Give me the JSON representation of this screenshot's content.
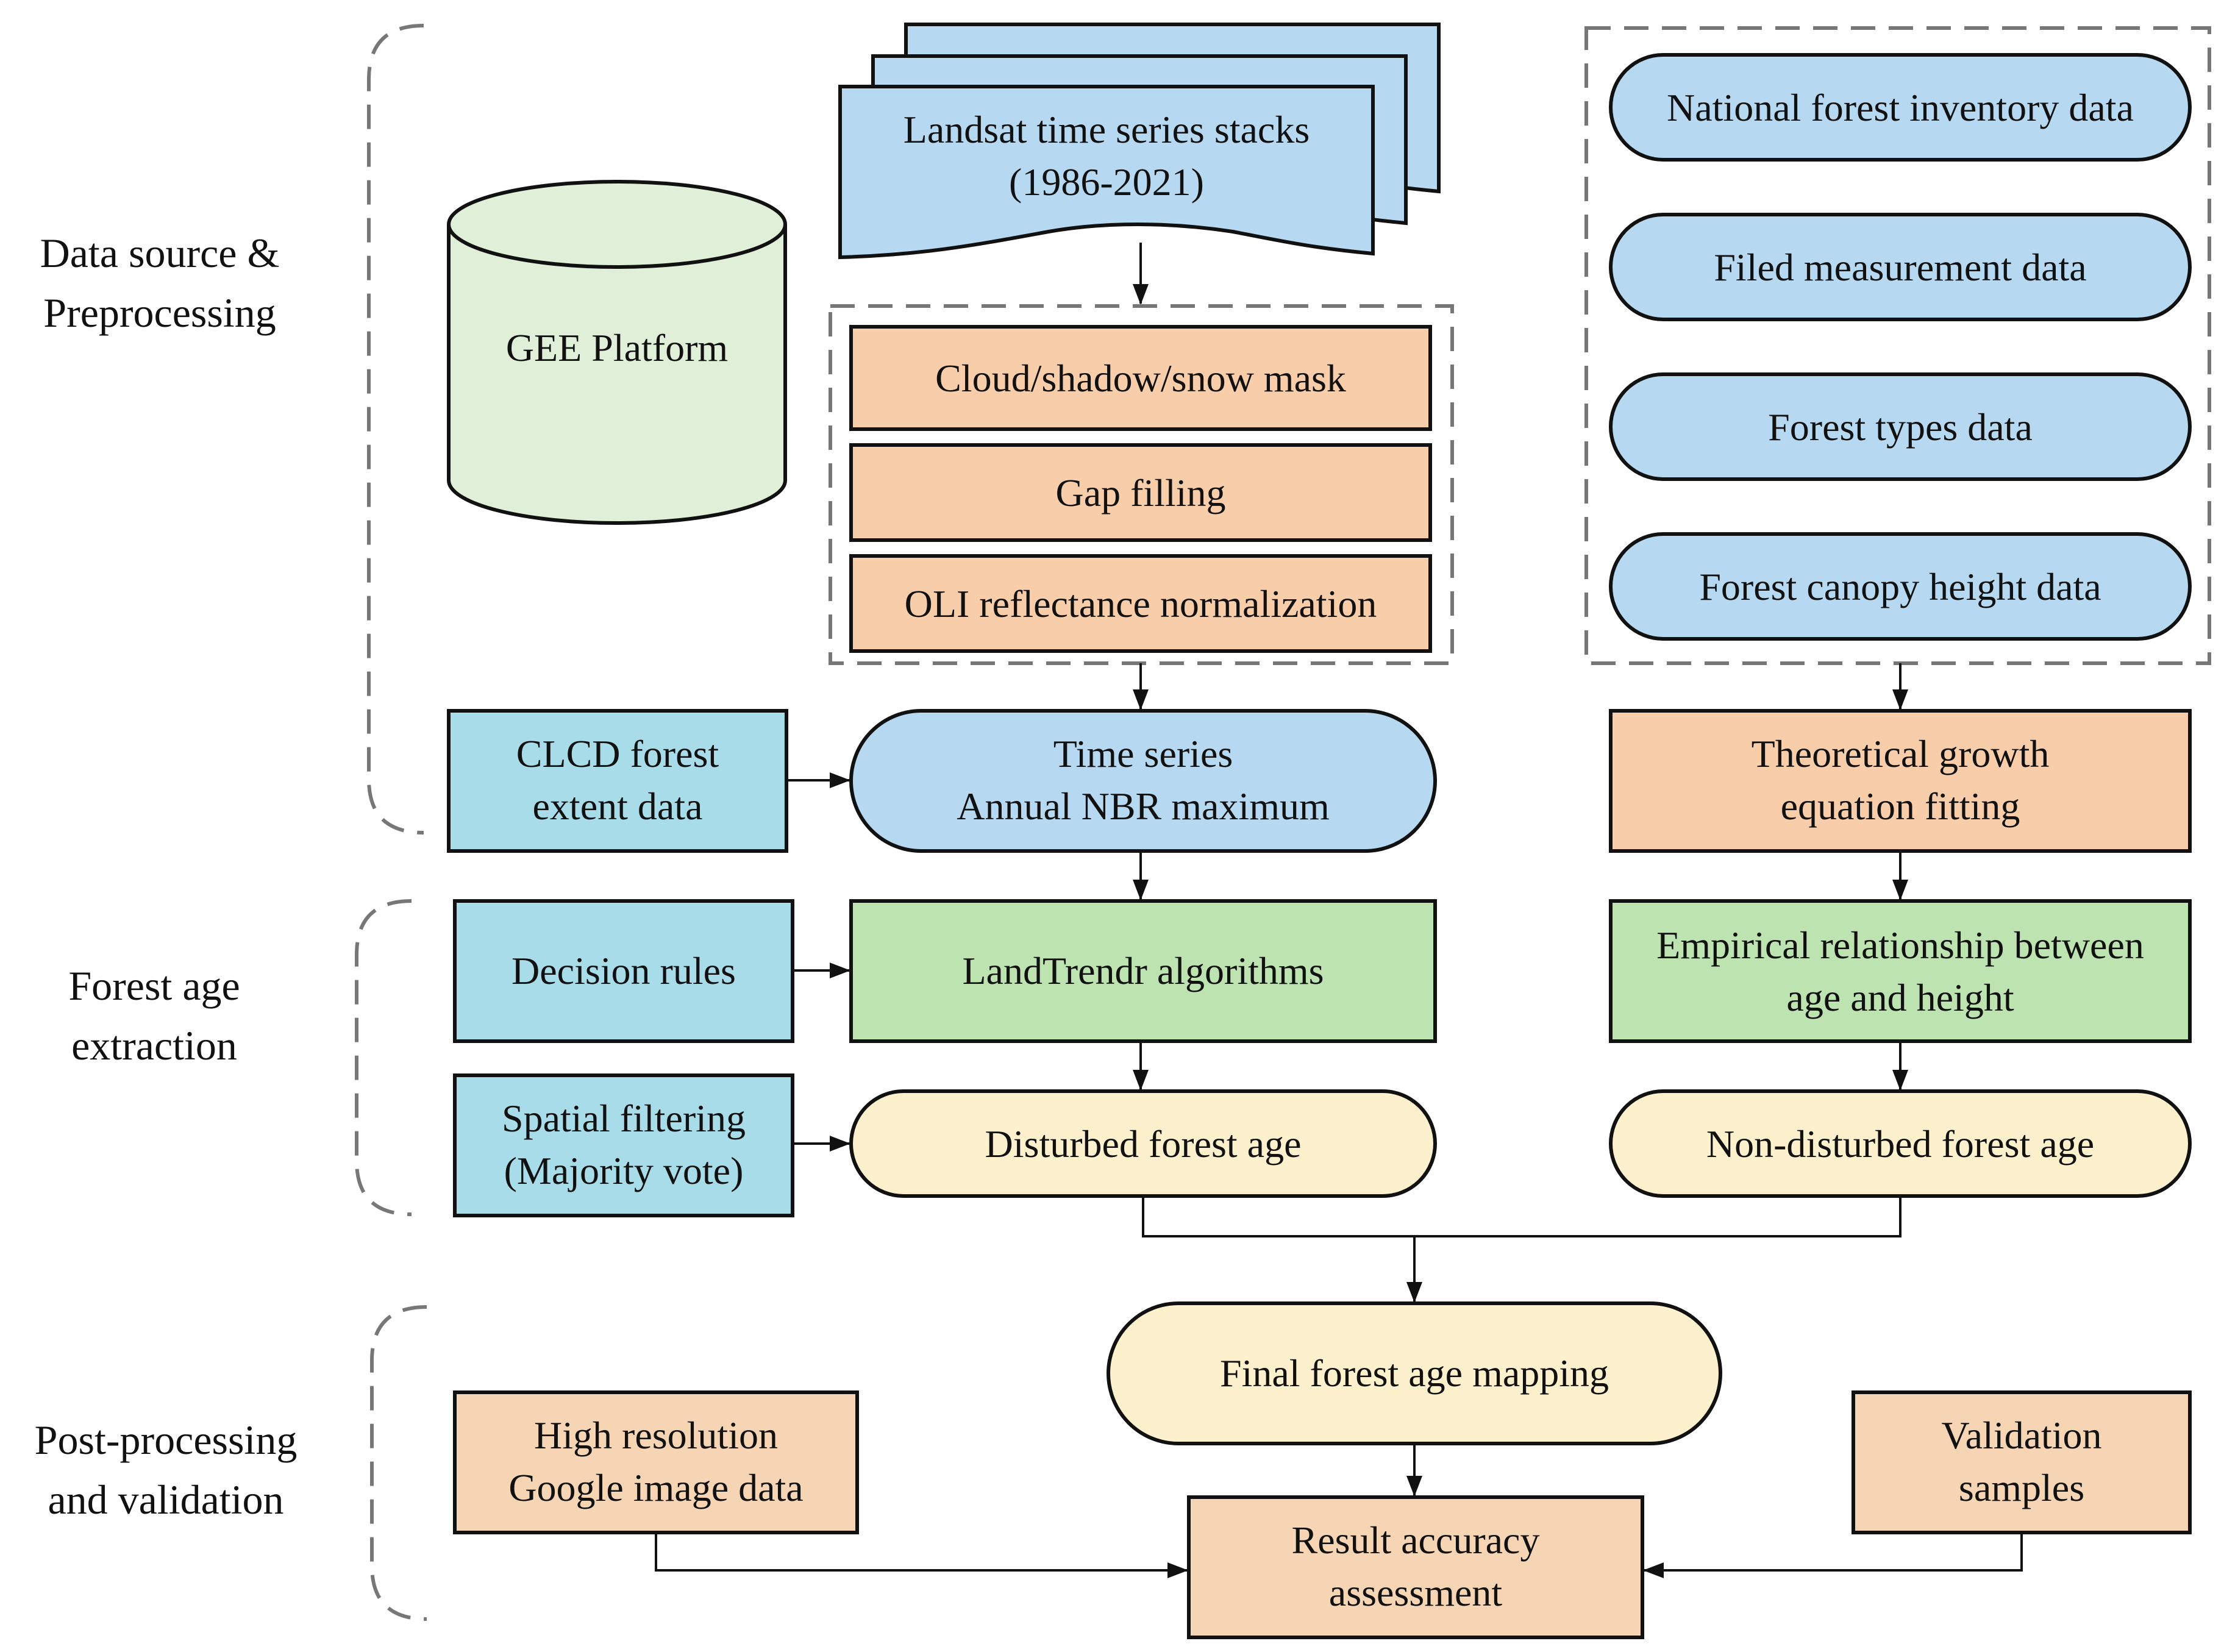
{
  "stages": {
    "data_source": [
      "Data source &",
      "Preprocessing"
    ],
    "forest_age": [
      "Forest age",
      "extraction"
    ],
    "post_processing": [
      "Post-processing",
      "and validation"
    ]
  },
  "nodes": {
    "gee_platform": [
      "GEE Platform"
    ],
    "landsat_stacks": [
      "Landsat time series stacks",
      "(1986-2021)"
    ],
    "cloud_mask": [
      "Cloud/shadow/snow mask"
    ],
    "gap_filling": [
      "Gap filling"
    ],
    "oli_normalization": [
      "OLI reflectance normalization"
    ],
    "national_inventory": [
      "National forest inventory data"
    ],
    "field_measurement": [
      "Filed measurement data"
    ],
    "forest_types": [
      "Forest types data"
    ],
    "canopy_height": [
      "Forest canopy height data"
    ],
    "clcd_extent": [
      "CLCD forest",
      "extent data"
    ],
    "nbr_series": [
      "Time series",
      "Annual NBR maximum"
    ],
    "growth_equation": [
      "Theoretical growth",
      "equation fitting"
    ],
    "decision_rules": [
      "Decision rules"
    ],
    "landtrendr": [
      "LandTrendr algorithms"
    ],
    "age_height": [
      "Empirical relationship between",
      "age and height"
    ],
    "spatial_filtering": [
      "Spatial filtering",
      "(Majority vote)"
    ],
    "disturbed_age": [
      "Disturbed forest age"
    ],
    "non_disturbed_age": [
      "Non-disturbed forest age"
    ],
    "final_mapping": [
      "Final forest age mapping"
    ],
    "google_image": [
      "High resolution",
      "Google image data"
    ],
    "validation_samples": [
      "Validation",
      "samples"
    ],
    "accuracy_assessment": [
      "Result accuracy",
      "assessment"
    ]
  },
  "colors": {
    "gee_fill": "#e0f0d8",
    "blue_fill": "#b6d8f0",
    "orange_fill": "#f8cdaa",
    "cyan_fill": "#a8dce8",
    "green_fill": "#bde3b0",
    "yellow_fill": "#fdf0cc",
    "peach_fill": "#f6d5b5",
    "line": "#111111",
    "dash": "#777777"
  }
}
